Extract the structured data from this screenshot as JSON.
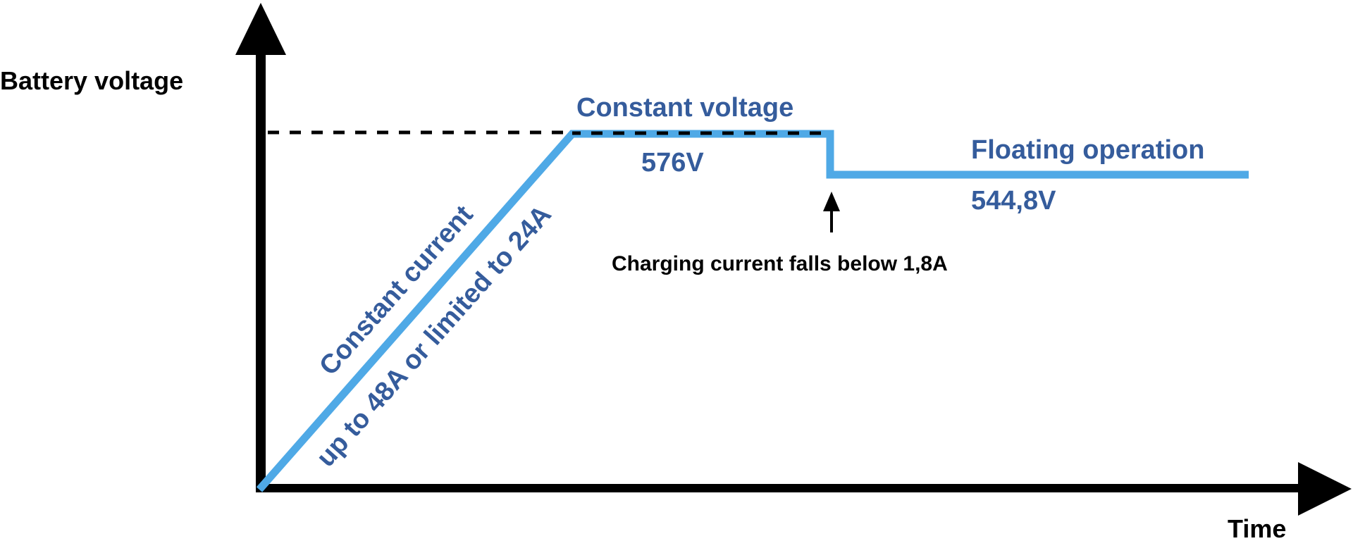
{
  "diagram": {
    "title": "Battery charging characteristic",
    "y_axis_label": "Battery voltage",
    "x_axis_label": "Time",
    "colors": {
      "curve": "#4FA9E6",
      "text_blue": "#355C9C",
      "axis": "#000000"
    },
    "phases": [
      {
        "name": "constant-current",
        "label_line1": "Constant current",
        "label_line2": "up to 48A or limited to 24A"
      },
      {
        "name": "constant-voltage",
        "label": "Constant voltage",
        "value": "576V"
      },
      {
        "name": "floating",
        "label": "Floating operation",
        "value": "544,8V"
      }
    ],
    "transition_note": "Charging current falls below 1,8A"
  }
}
